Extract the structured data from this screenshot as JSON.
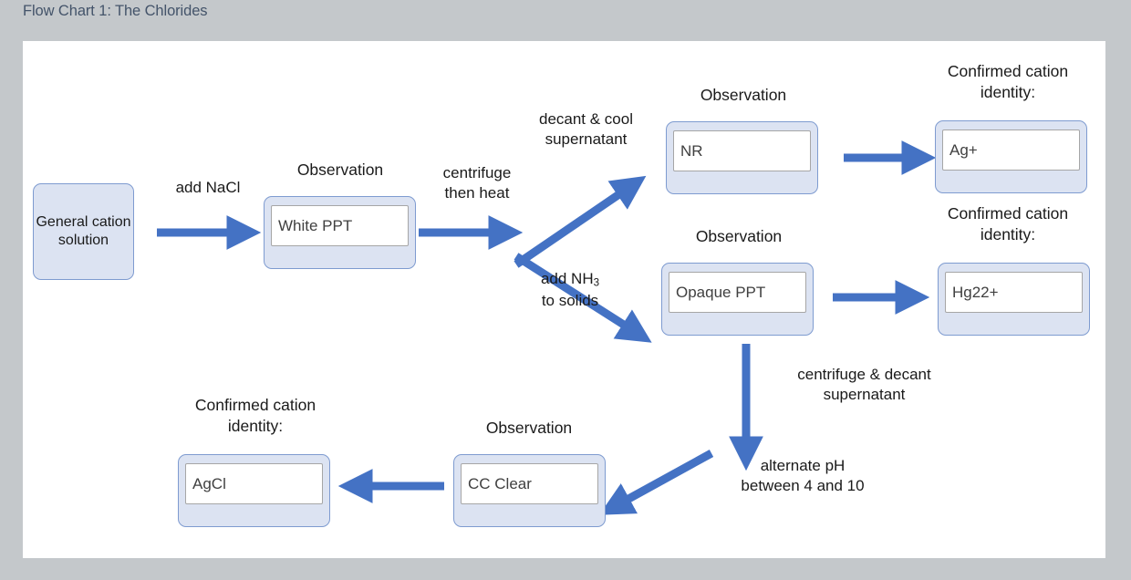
{
  "title": "Flow Chart 1: The Chlorides",
  "theme": {
    "page_background": "#c4c8cb",
    "canvas_background": "#ffffff",
    "title_color": "#44546a",
    "node_fill": "#dce3f2",
    "node_border": "#7e9bd0",
    "arrow_color": "#4472c4",
    "field_background": "#ffffff",
    "field_border": "#a6a6a6",
    "text_color": "#1a1a1a"
  },
  "nodes": {
    "start": {
      "text": "General\ncation\nsolution"
    },
    "white_ppt": {
      "label": "Observation",
      "value": "White PPT"
    },
    "nr": {
      "label": "Observation",
      "value": "NR"
    },
    "ag_plus": {
      "label": "Confirmed cation\nidentity:",
      "value": "Ag+"
    },
    "opaque_ppt": {
      "label": "Observation",
      "value": "Opaque PPT"
    },
    "hg22_plus": {
      "label": "Confirmed cation\nidentity:",
      "value": "Hg22+"
    },
    "cc_clear": {
      "label": "Observation",
      "value": "CC Clear"
    },
    "agcl": {
      "label": "Confirmed cation\nidentity:",
      "value": "AgCl"
    }
  },
  "edge_labels": {
    "add_nacl": "add NaCl",
    "centrifuge_then_heat": "centrifuge\nthen heat",
    "decant_cool_supernatant": "decant & cool\nsupernatant",
    "add_nh3_to_solids_pre": "add NH",
    "add_nh3_to_solids_sub": "3",
    "add_nh3_to_solids_post": "\nto solids",
    "centrifuge_decant_supernatant": "centrifuge & decant\nsupernatant",
    "alternate_ph": "alternate pH\nbetween 4 and 10"
  },
  "arrows": [
    {
      "name": "arrow-start-to-white-ppt",
      "direction": "right"
    },
    {
      "name": "arrow-white-ppt-to-branch",
      "direction": "right"
    },
    {
      "name": "arrow-branch-up-to-nr",
      "direction": "up-right"
    },
    {
      "name": "arrow-branch-down-to-opaque-ppt",
      "direction": "down-right"
    },
    {
      "name": "arrow-nr-to-ag-plus",
      "direction": "right"
    },
    {
      "name": "arrow-opaque-ppt-to-hg22-plus",
      "direction": "right"
    },
    {
      "name": "arrow-opaque-ppt-down",
      "direction": "down"
    },
    {
      "name": "arrow-down-to-cc-clear",
      "direction": "down-left"
    },
    {
      "name": "arrow-cc-clear-to-agcl",
      "direction": "left"
    }
  ]
}
